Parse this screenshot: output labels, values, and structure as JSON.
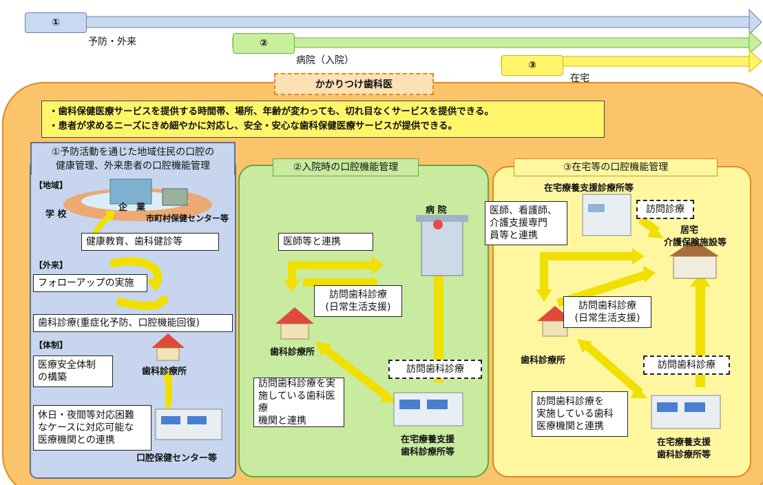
{
  "phases": [
    {
      "number": "①",
      "label": "予防・外来",
      "color": "#c9d9f2"
    },
    {
      "number": "②",
      "label": "病院（入院）",
      "color": "#c7ef9d"
    },
    {
      "number": "③",
      "label": "在宅",
      "color": "#fff56b"
    }
  ],
  "banner": {
    "title": "かかりつけ歯科医"
  },
  "summary": [
    "・歯科保健医療サービスを提供する時間帯、場所、年齢が変わっても、切れ目なくサービスを提供できる。",
    "・患者が求めるニーズにきめ細やかに対応し、安全・安心な歯科保健医療サービスが提供できる。"
  ],
  "panel1": {
    "title_line1": "①予防活動を通じた地域住民の口腔の",
    "title_line2": "健康管理、外来患者の口腔機能管理",
    "region_label": "【地域】",
    "company": "企　業",
    "school": "学 校",
    "health_center": "市町村保健センター等",
    "education": "健康教育、歯科健診等",
    "outpatient_label": "【外来】",
    "followup": "フォローアップの実施",
    "treatment": "歯科診療(重症化予防、口腔機能回復)",
    "system_label": "【体制】",
    "safety_line1": "医療安全体制",
    "safety_line2": "の構築",
    "clinic": "歯科診療所",
    "coop_line1": "休日・夜間等対応困難",
    "coop_line2": "なケースに対応可能な",
    "coop_line3": "医療機関との連携",
    "oral_center": "口腔保健センター等"
  },
  "panel2": {
    "title": "②入院時の口腔機能管理",
    "hospital": "病 院",
    "doctor_coop": "医師等と連携",
    "visit_line1": "訪問歯科診療",
    "visit_line2": "(日常生活支援)",
    "clinic": "歯科診療所",
    "visit_dashed": "訪問歯科診療",
    "coop_line1": "訪問歯科診療を実",
    "coop_line2": "施している歯科医療",
    "coop_line3": "機関と連携",
    "support_line1": "在宅療養支援",
    "support_line2": "歯科診療所等"
  },
  "panel3": {
    "title": "③在宅等の口腔機能管理",
    "support_top": "在宅療養支援診療所等",
    "doctors_line1": "医師、看護師、",
    "doctors_line2": "介護支援専門",
    "doctors_line3": "員等と連携",
    "visit_medical": "訪問診療",
    "home_line1": "居宅",
    "home_line2": "介護保険施設等",
    "visit_line1": "訪問歯科診療",
    "visit_line2": "(日常生活支援)",
    "clinic": "歯科診療所",
    "visit_dashed": "訪問歯科診療",
    "coop_line1": "訪問歯科診療を",
    "coop_line2": "実施している歯科",
    "coop_line3": "医療機関と連携",
    "support_line1": "在宅療養支援",
    "support_line2": "歯科診療所等"
  }
}
